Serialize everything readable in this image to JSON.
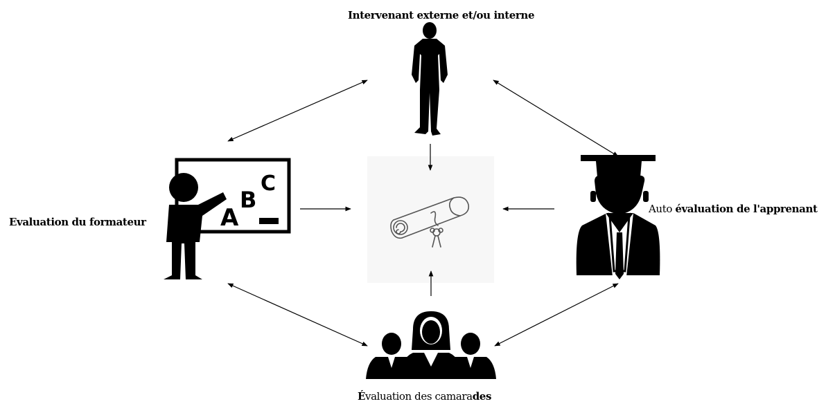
{
  "diagram": {
    "top_label": "Intervenant externe et/ou interne",
    "left_label": "Evaluation du formateur",
    "right_label_regular": "Auto ",
    "right_label_bold": "évaluation de l'apprenant",
    "bottom_label_regular_1": "É",
    "bottom_label_regular_2": "valuation des camara",
    "bottom_label_bold": "des",
    "board_letters": [
      "A",
      "B",
      "C"
    ]
  },
  "colors": {
    "ink": "#000000",
    "center_panel": "#f7f7f7",
    "scroll_stroke": "#555555"
  },
  "icons": {
    "top": "standing-person-icon",
    "left": "teacher-at-board-icon",
    "right": "graduate-icon",
    "bottom": "group-of-people-icon",
    "center": "diploma-scroll-icon"
  }
}
